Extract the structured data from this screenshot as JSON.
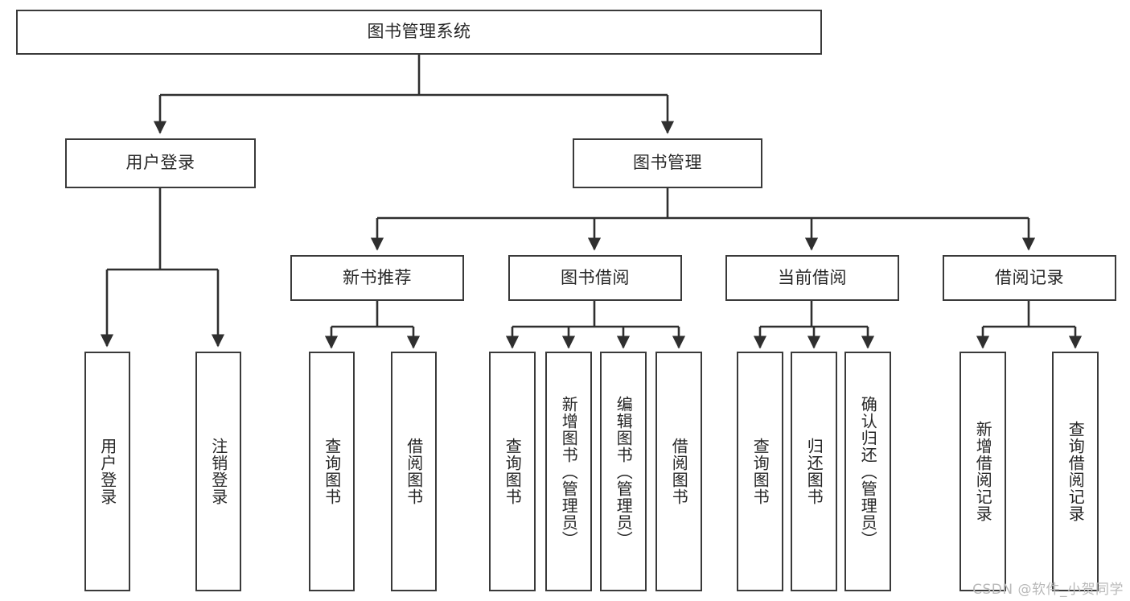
{
  "diagram": {
    "title": "图书管理系统",
    "type": "hierarchy-tree",
    "watermark": "CSDN @软件_小贺同学",
    "colors": {
      "border": "#3a3a3a",
      "background": "#ffffff",
      "text": "#262626",
      "watermark": "#b9b9b9"
    },
    "levels": {
      "root": {
        "label": "图书管理系统"
      },
      "level2": [
        {
          "label": "用户登录"
        },
        {
          "label": "图书管理"
        }
      ],
      "level3": [
        {
          "label": "新书推荐"
        },
        {
          "label": "图书借阅"
        },
        {
          "label": "当前借阅"
        },
        {
          "label": "借阅记录"
        }
      ],
      "level4": {
        "user_login": [
          {
            "label": "用户登录"
          },
          {
            "label": "注销登录"
          }
        ],
        "new_book_recommend": [
          {
            "label": "查询图书"
          },
          {
            "label": "借阅图书"
          }
        ],
        "book_borrow": [
          {
            "label": "查询图书"
          },
          {
            "label": "新增图书（管理员）"
          },
          {
            "label": "编辑图书（管理员）"
          },
          {
            "label": "借阅图书"
          }
        ],
        "current_borrow": [
          {
            "label": "查询图书"
          },
          {
            "label": "归还图书"
          },
          {
            "label": "确认归还（管理员）"
          }
        ],
        "borrow_records": [
          {
            "label": "新增借阅记录"
          },
          {
            "label": "查询借阅记录"
          }
        ]
      }
    }
  }
}
